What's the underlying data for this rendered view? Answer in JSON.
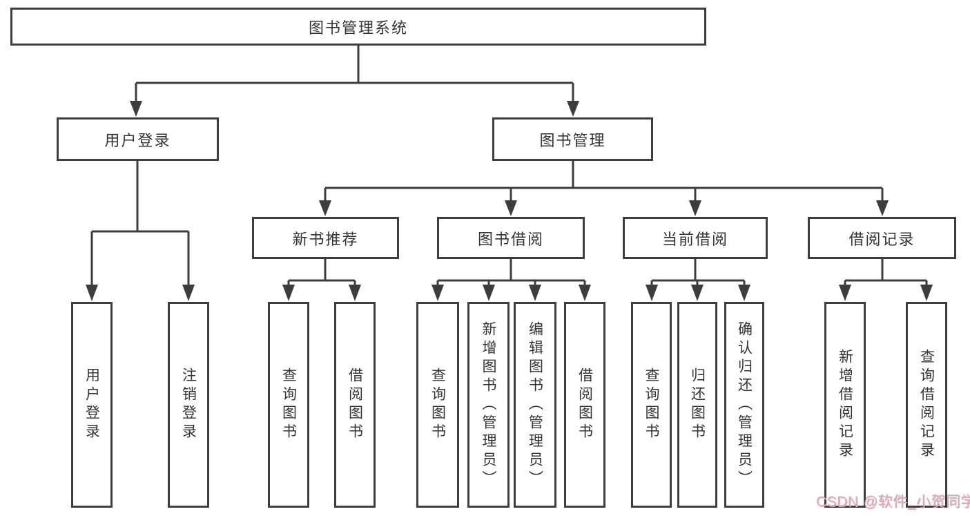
{
  "tree": {
    "root": "图书管理系统",
    "branches": [
      {
        "label": "用户登录",
        "children": [
          "用户登录",
          "注销登录"
        ]
      },
      {
        "label": "图书管理",
        "children": [
          {
            "label": "新书推荐",
            "children": [
              "查询图书",
              "借阅图书"
            ]
          },
          {
            "label": "图书借阅",
            "children": [
              "查询图书",
              "新增图书（管理员）",
              "编辑图书（管理员）",
              "借阅图书"
            ]
          },
          {
            "label": "当前借阅",
            "children": [
              "查询图书",
              "归还图书",
              "确认归还（管理员）"
            ]
          },
          {
            "label": "借阅记录",
            "children": [
              "新增借阅记录",
              "查询借阅记录"
            ]
          }
        ]
      }
    ]
  },
  "watermark": "CSDN @软件_小贺同学",
  "colors": {
    "line": "#3d3d3d",
    "text": "#333333",
    "watermark": "#efa6b8",
    "background": "#ffffff"
  }
}
